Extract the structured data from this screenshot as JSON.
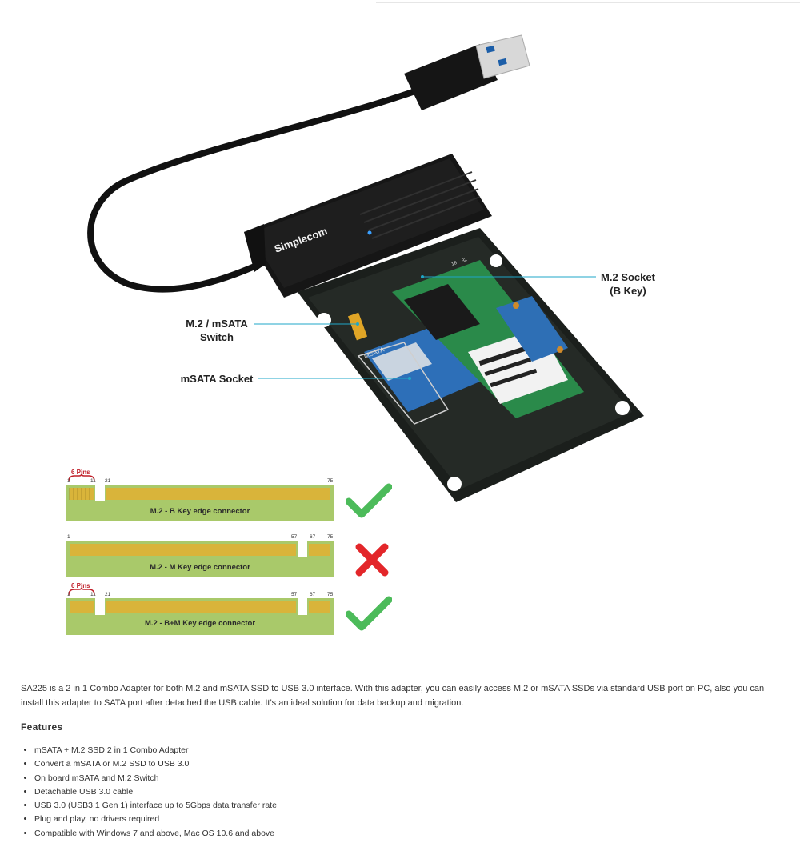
{
  "product": {
    "brand_logo": "Simplecom",
    "card_labels": {
      "msata": "MSATA",
      "pin_a": "18",
      "pin_b": "32"
    }
  },
  "callouts": {
    "m2_socket": [
      "M.2  Socket",
      "(B Key)"
    ],
    "switch": [
      "M.2 / mSATA",
      "Switch"
    ],
    "msata_socket": "mSATA Socket"
  },
  "connectors": [
    {
      "label": "M.2 - B Key edge connector",
      "six_pins": "6 Pins",
      "pins": [
        "1",
        "11",
        "21",
        "75"
      ],
      "status": "supported",
      "status_icon": "checkmark-icon",
      "status_color": "#4cbb5a"
    },
    {
      "label": "M.2 - M Key edge connector",
      "six_pins": "",
      "pins": [
        "1",
        "57",
        "67",
        "75"
      ],
      "status": "not supported",
      "status_icon": "cross-icon",
      "status_color": "#e3262a"
    },
    {
      "label": "M.2 - B+M Key edge connector",
      "six_pins": "6 Pins",
      "pins": [
        "1",
        "11",
        "21",
        "57",
        "67",
        "75"
      ],
      "status": "supported",
      "status_icon": "checkmark-icon",
      "status_color": "#4cbb5a"
    }
  ],
  "description": "SA225 is a 2 in 1 Combo Adapter for both M.2 and mSATA SSD to USB 3.0 interface. With this adapter, you can easily access M.2 or mSATA SSDs via standard USB port on PC, also you can install this adapter to SATA port after detached the USB cable. It’s an ideal solution for data backup and migration.",
  "features": {
    "heading": "Features",
    "items": [
      "mSATA + M.2 SSD 2 in 1 Combo Adapter",
      "Convert a mSATA or M.2 SSD to USB 3.0",
      "On board mSATA and M.2 Switch",
      "Detachable USB 3.0 cable",
      "USB 3.0 (USB3.1 Gen 1) interface up to 5Gbps data transfer rate",
      "Plug and play, no drivers required",
      "Compatible with Windows 7 and above, Mac OS 10.6 and above"
    ]
  }
}
